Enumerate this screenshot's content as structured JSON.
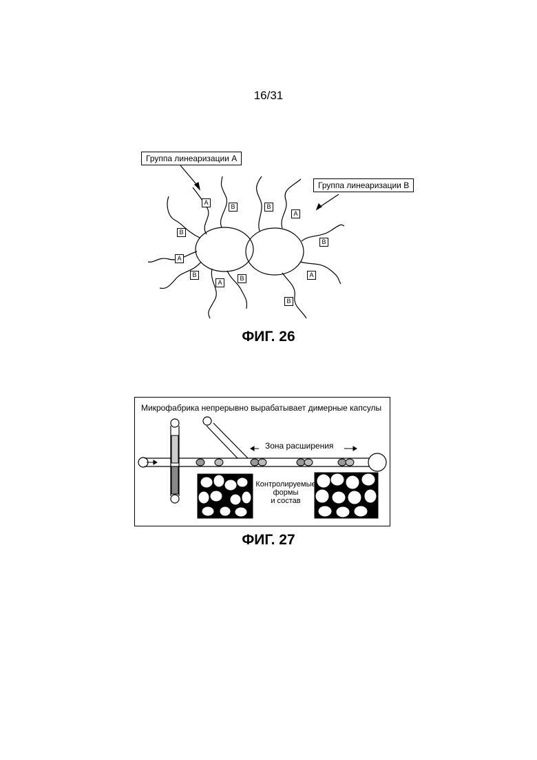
{
  "page": {
    "number": "16/31"
  },
  "figure26": {
    "caption": "ФИГ. 26",
    "callout_a": "Группа линеаризации А",
    "callout_b": "Группа линеаризации В",
    "tag_a": "A",
    "tag_b": "B"
  },
  "figure27": {
    "caption": "ФИГ. 27",
    "title": "Микрофабрика непрерывно вырабатывает димерные капсулы",
    "expansion_zone": "Зона расширения",
    "note_line1": "Контролируемые",
    "note_line2": "формы",
    "note_line3": "и состав"
  }
}
